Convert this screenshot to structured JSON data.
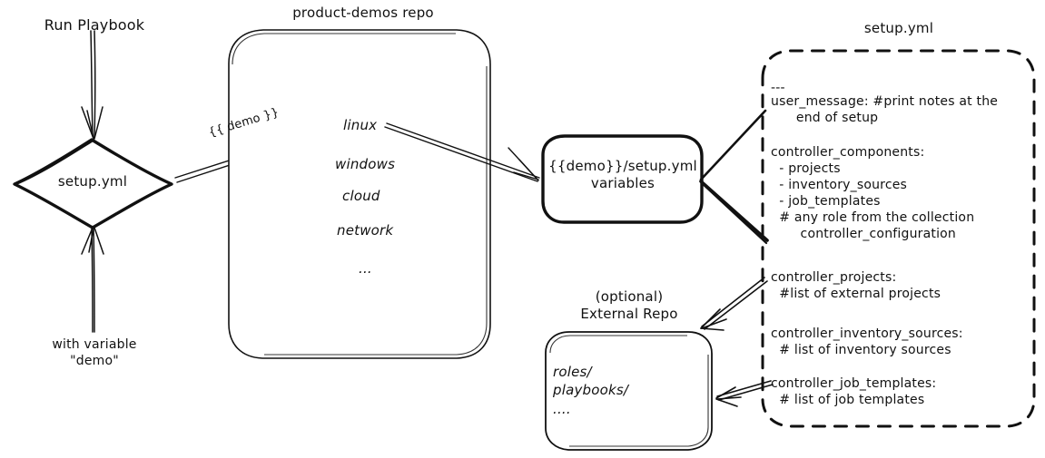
{
  "diagram": {
    "title": "Ansible product-demos setup.yml flow",
    "style": "hand-drawn sketch, black ink on white",
    "stroke_color": "#111111",
    "background_color": "#ffffff"
  },
  "nodes": {
    "run_playbook_label": "Run Playbook",
    "with_variable_label": "with variable\n\"demo\"",
    "setup_diamond": "setup.yml",
    "repo_title": "product-demos repo",
    "repo_items": [
      "linux",
      "windows",
      "cloud",
      "network",
      "..."
    ],
    "demo_edge_label": "{{ demo }}",
    "vars_box": "{{demo}}/setup.yml\nvariables",
    "external_repo_title": "(optional)\nExternal Repo",
    "external_repo_items": [
      "roles/",
      "playbooks/",
      "...."
    ],
    "setup_yml_panel_title": "setup.yml"
  },
  "setup_yml_content": {
    "lines": [
      "---",
      "user_message: #print notes at the",
      "        end of setup",
      "",
      "controller_components:",
      "  - projects",
      "  - inventory_sources",
      "  - job_templates",
      "  # any role from the collection",
      "        controller_configuration",
      "",
      "controller_projects:",
      "  #list of external projects",
      "",
      "controller_inventory_sources:",
      "  # list of inventory sources",
      "",
      "controller_job_templates:",
      "  # list of job templates"
    ],
    "blocks": [
      {
        "key": "doc_start",
        "text": "---"
      },
      {
        "key": "user_message",
        "text": "user_message: #print notes at the\n      end of setup"
      },
      {
        "key": "controller_components",
        "text": "controller_components:\n  - projects\n  - inventory_sources\n  - job_templates\n  # any role from the collection\n       controller_configuration"
      },
      {
        "key": "controller_projects",
        "text": "controller_projects:\n  #list of external projects"
      },
      {
        "key": "controller_inventory_sources",
        "text": "controller_inventory_sources:\n  # list of inventory sources"
      },
      {
        "key": "controller_job_templates",
        "text": "controller_job_templates:\n  # list of job templates"
      }
    ]
  },
  "edges": [
    {
      "from": "run_playbook_label",
      "to": "setup_diamond",
      "label": "",
      "direction": "down"
    },
    {
      "from": "with_variable_label",
      "to": "setup_diamond",
      "label": "",
      "direction": "up"
    },
    {
      "from": "setup_diamond",
      "to": "repo_item_linux",
      "label": "{{ demo }}",
      "direction": "up-right"
    },
    {
      "from": "repo_item_linux",
      "to": "vars_box",
      "label": "",
      "direction": "down-right"
    },
    {
      "from": "vars_box",
      "to": "setup_yml_panel_top",
      "label": "",
      "direction": "up-right"
    },
    {
      "from": "vars_box",
      "to": "setup_yml_panel_mid",
      "label": "",
      "direction": "down-right"
    },
    {
      "from": "controller_projects",
      "to": "external_repo",
      "label": "",
      "direction": "down-left"
    },
    {
      "from": "controller_job_templates",
      "to": "external_repo",
      "label": "",
      "direction": "left"
    }
  ]
}
